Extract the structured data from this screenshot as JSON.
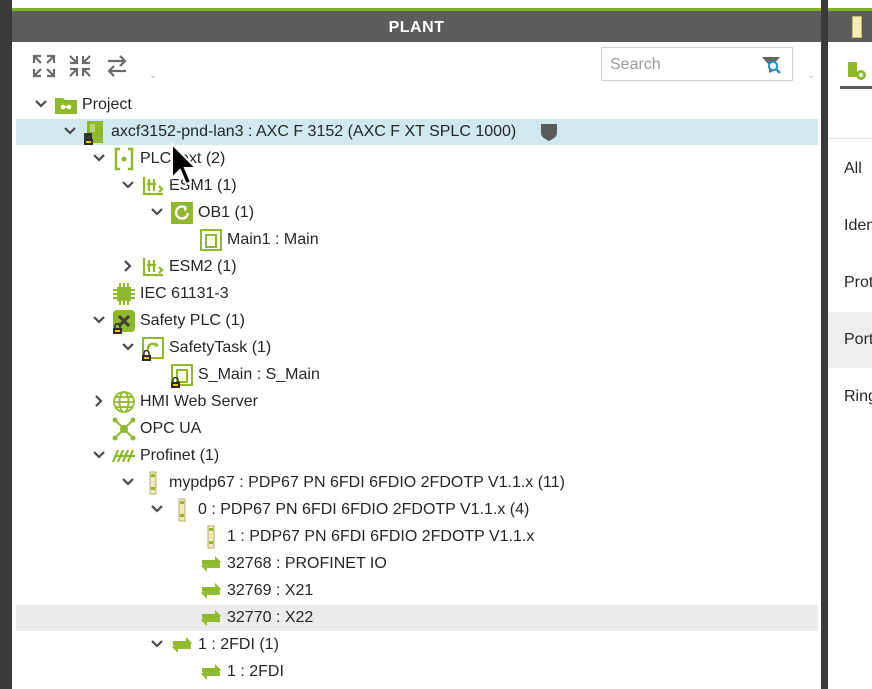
{
  "panel": {
    "title": "PLANT"
  },
  "toolbar": {
    "expand_all": "expand-all-icon",
    "collapse_all": "collapse-all-icon",
    "sync": "sync-arrows-icon"
  },
  "search": {
    "placeholder": "Search",
    "value": ""
  },
  "colors": {
    "accent": "#83b225",
    "title_bar": "#5c5c5c",
    "selected_row": "#d1e9ee",
    "hover_row": "#ececec",
    "icon_green": "#8fb82a"
  },
  "tree": [
    {
      "label": "Project",
      "icon": "project-folder-icon",
      "expand": "down"
    },
    {
      "label": "axcf3152-pnd-lan3 : AXC F 3152 (AXC F XT SPLC 1000)",
      "icon": "controller-icon",
      "expand": "down",
      "selected": true,
      "badge": "shield-icon"
    },
    {
      "label": "PLCnext (2)",
      "icon": "plcnext-icon",
      "expand": "down"
    },
    {
      "label": "ESM1 (1)",
      "icon": "esm-icon",
      "expand": "down"
    },
    {
      "label": "OB1 (1)",
      "icon": "task-cycle-icon",
      "expand": "down"
    },
    {
      "label": "Main1 : Main",
      "icon": "program-instance-icon",
      "expand": "none"
    },
    {
      "label": "ESM2 (1)",
      "icon": "esm-icon",
      "expand": "right"
    },
    {
      "label": "IEC 61131-3",
      "icon": "chip-icon",
      "expand": "none"
    },
    {
      "label": "Safety PLC (1)",
      "icon": "safety-plc-icon",
      "expand": "down"
    },
    {
      "label": "SafetyTask (1)",
      "icon": "safety-task-icon",
      "expand": "down"
    },
    {
      "label": "S_Main : S_Main",
      "icon": "safety-program-icon",
      "expand": "none"
    },
    {
      "label": "HMI Web Server",
      "icon": "globe-icon",
      "expand": "right"
    },
    {
      "label": "OPC UA",
      "icon": "network-hub-icon",
      "expand": "none"
    },
    {
      "label": "Profinet (1)",
      "icon": "profinet-icon",
      "expand": "down"
    },
    {
      "label": "mypdp67 : PDP67 PN 6FDI 6FDIO 2FDOTP V1.1.x (11)",
      "icon": "io-module-icon",
      "expand": "down"
    },
    {
      "label": "0 : PDP67 PN 6FDI 6FDIO 2FDOTP V1.1.x (4)",
      "icon": "io-module-icon",
      "expand": "down"
    },
    {
      "label": "1 : PDP67 PN 6FDI 6FDIO 2FDOTP V1.1.x",
      "icon": "io-module-icon",
      "expand": "none"
    },
    {
      "label": "32768 : PROFINET IO",
      "icon": "swap-arrows-icon",
      "expand": "none"
    },
    {
      "label": "32769 : X21",
      "icon": "swap-arrows-icon",
      "expand": "none"
    },
    {
      "label": "32770 : X22",
      "icon": "swap-arrows-icon",
      "expand": "none",
      "hover": true
    },
    {
      "label": "1 : 2FDI (1)",
      "icon": "swap-arrows-icon",
      "expand": "down"
    },
    {
      "label": "1 : 2FDI",
      "icon": "swap-arrows-icon",
      "expand": "none"
    }
  ],
  "right_panel": {
    "items": [
      "All",
      "Iden",
      "Prot",
      "Port",
      "Ring"
    ]
  }
}
